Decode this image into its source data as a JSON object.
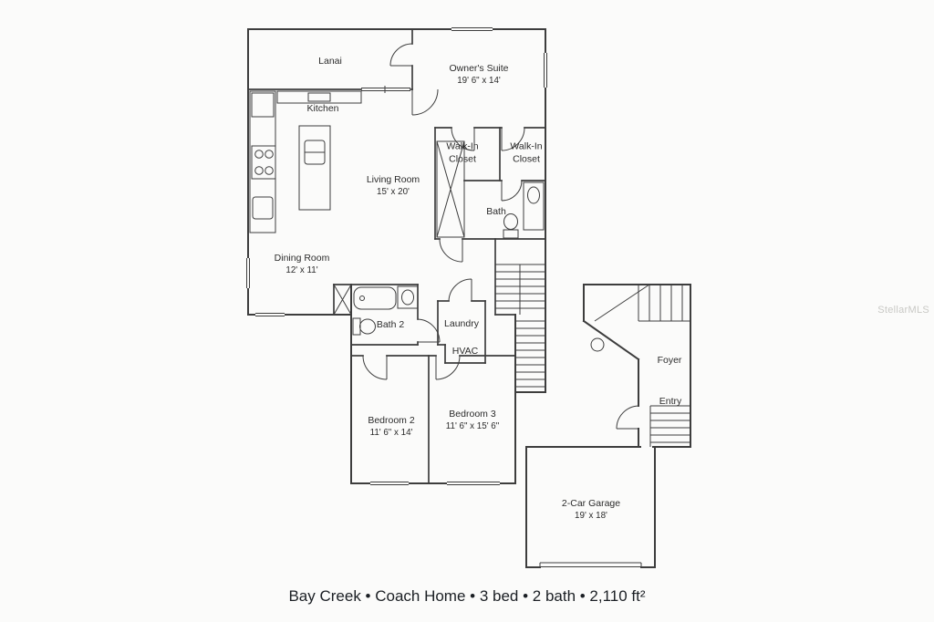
{
  "watermark": "StellarMLS",
  "caption": "Bay Creek • Coach Home • 3 bed • 2 bath • 2,110 ft²",
  "rooms": {
    "lanai": {
      "name": "Lanai"
    },
    "owners_suite": {
      "name": "Owner's Suite",
      "dims": "19' 6\" x 14'"
    },
    "kitchen": {
      "name": "Kitchen"
    },
    "living_room": {
      "name": "Living Room",
      "dims": "15' x 20'"
    },
    "walk_in_closet_left": {
      "name": "Walk-In Closet"
    },
    "walk_in_closet_right": {
      "name": "Walk-In Closet"
    },
    "bath": {
      "name": "Bath"
    },
    "dining_room": {
      "name": "Dining Room",
      "dims": "12' x 11'"
    },
    "bath_2": {
      "name": "Bath 2"
    },
    "laundry": {
      "name": "Laundry"
    },
    "hvac": {
      "name": "HVAC"
    },
    "bedroom_2": {
      "name": "Bedroom 2",
      "dims": "11' 6\" x 14'"
    },
    "bedroom_3": {
      "name": "Bedroom 3",
      "dims": "11' 6\" x 15' 6\""
    },
    "foyer": {
      "name": "Foyer"
    },
    "entry": {
      "name": "Entry"
    },
    "garage": {
      "name": "2-Car Garage",
      "dims": "19' x 18'"
    }
  },
  "colors": {
    "wall": "#3d3d3d",
    "label": "#2b2b2b",
    "watermark_gray": "#c9c9c5",
    "background": "#fbfbfa"
  }
}
